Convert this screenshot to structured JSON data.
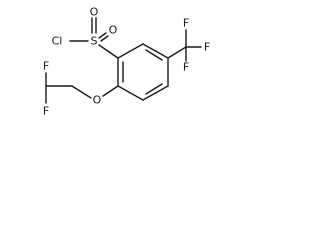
{
  "molecule": {
    "name": "2-(2,2-difluoroethoxy)-5-(trifluoromethyl)benzenesulfonyl chloride",
    "atoms": {
      "cl": "Cl",
      "s": "S",
      "o_top": "O",
      "o_right": "O",
      "o_ether": "O",
      "f_cf3_top": "F",
      "f_cf3_right": "F",
      "f_cf3_bottom": "F",
      "f_chf2_top": "F",
      "f_chf2_bottom": "F"
    }
  }
}
